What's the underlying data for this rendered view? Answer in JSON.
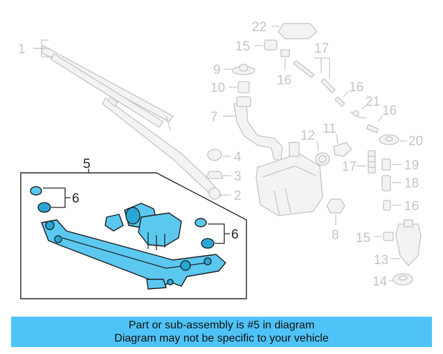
{
  "callouts": {
    "n1": "1",
    "n2": "2",
    "n3": "3",
    "n4": "4",
    "n5": "5",
    "n6a": "6",
    "n6b": "6",
    "n7": "7",
    "n8": "8",
    "n9": "9",
    "n10": "10",
    "n11": "11",
    "n12": "12",
    "n13": "13",
    "n14": "14",
    "n15a": "15",
    "n15b": "15",
    "n16a": "16",
    "n16b": "16",
    "n16c": "16",
    "n16d": "16",
    "n17a": "17",
    "n17b": "17",
    "n18": "18",
    "n19": "19",
    "n20": "20",
    "n21": "21",
    "n22": "22"
  },
  "banner": {
    "line1": "Part or sub-assembly is #5 in diagram",
    "line2": "Diagram may not be specific to your vehicle",
    "color": "#4fc3f7"
  },
  "colors": {
    "highlight": "#5bc8f0",
    "faint": "#c4c4c4"
  }
}
